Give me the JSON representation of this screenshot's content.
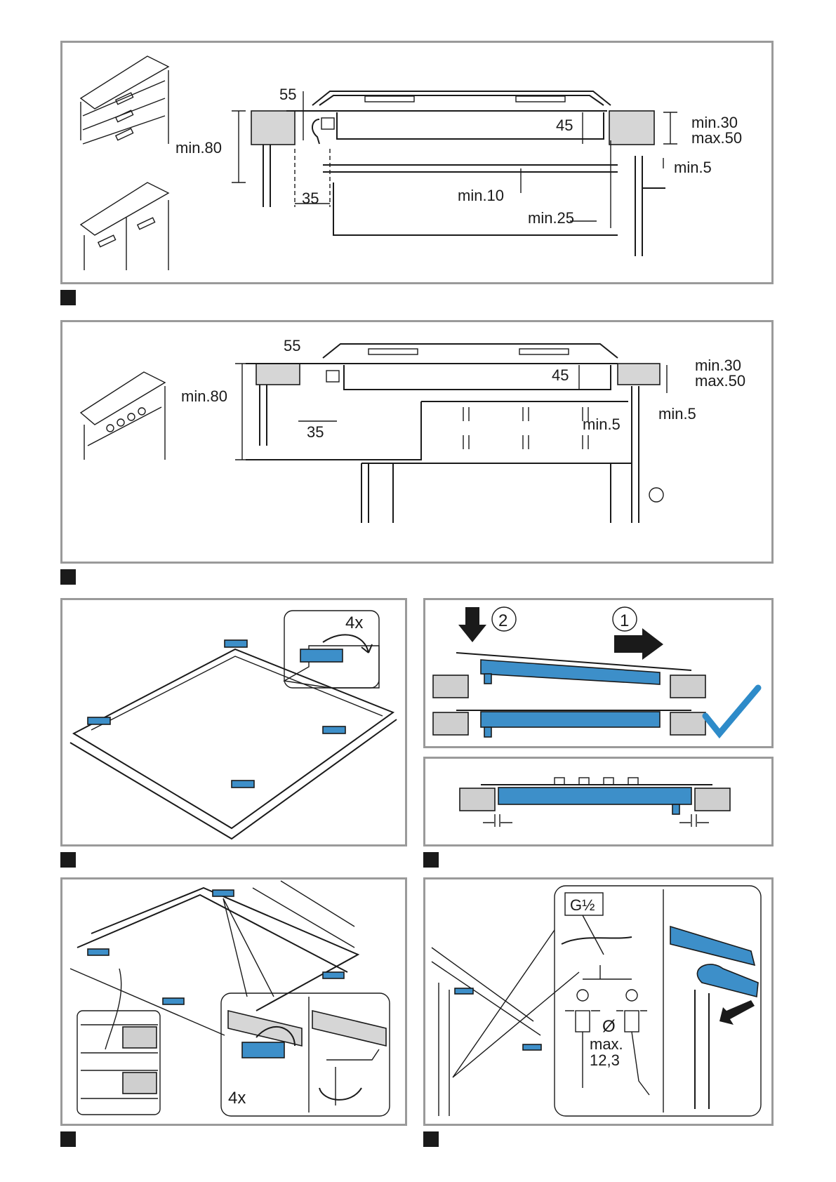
{
  "figures": {
    "fig1": {
      "dims": {
        "d55": "55",
        "min80": "min.80",
        "d45": "45",
        "min30": "min.30",
        "max50": "max.50",
        "min5": "min.5",
        "d35": "35",
        "min10": "min.10",
        "min25": "min.25"
      }
    },
    "fig2": {
      "dims": {
        "d55": "55",
        "min80": "min.80",
        "d45": "45",
        "min30": "min.30",
        "max50": "max.50",
        "min5a": "min.5",
        "min5b": "min.5",
        "d35": "35"
      }
    },
    "fig3": {
      "count": "4x"
    },
    "fig4": {
      "step1": "1",
      "step2": "2"
    },
    "fig6": {
      "count": "4x"
    },
    "fig7": {
      "thread": "G½",
      "diameter_symbol": "Ø",
      "max_label": "max.",
      "max_value": "12,3"
    }
  },
  "colors": {
    "accent_blue": "#3d8fc9",
    "check_blue": "#2e8bc9",
    "border": "#9a9a9a"
  }
}
